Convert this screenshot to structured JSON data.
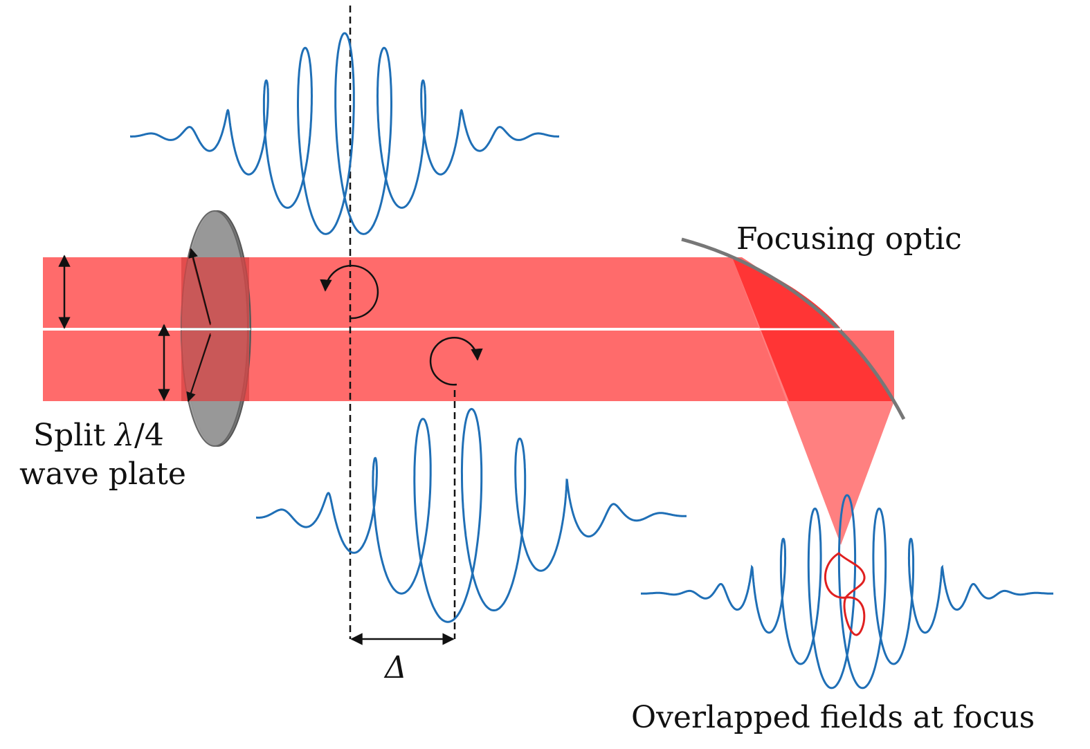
{
  "labels": {
    "focusing_optic": "Focusing optic",
    "split_line1": "Split ",
    "lambda": "λ",
    "split_line1_tail": "/4",
    "split_line2": "wave plate",
    "delta": "Δ",
    "overlap": "Overlapped fields at focus"
  },
  "colors": {
    "beam": "#ff6b6b",
    "beam_focus": "#ff3535",
    "cone": "#ff8080",
    "wave": "#1f6fb6",
    "overlap_loop": "#e02020",
    "plate": "#9a9a9a",
    "mirror": "#777777"
  }
}
